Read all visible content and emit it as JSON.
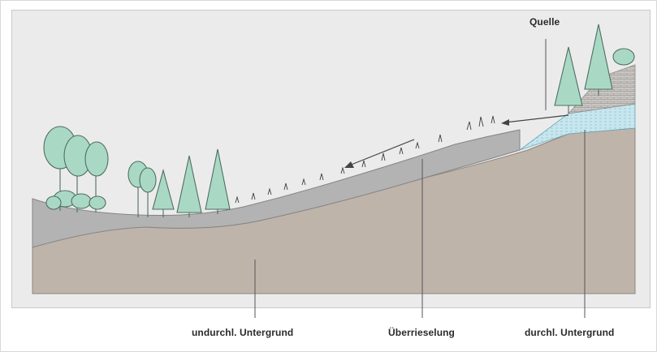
{
  "labels": {
    "quelle": "Quelle",
    "undurchl_untergrund": "undurchl. Untergrund",
    "ueberrieselung": "Überrieselung",
    "durchl_untergrund": "durchl. Untergrund"
  },
  "colors": {
    "background": "#ecebeb",
    "bedrock": "#bfb4aa",
    "soil_layer": "#b3b3b3",
    "water_layer": "#c7e6ee",
    "tree_foliage": "#a9d9c4",
    "tree_outline": "#4f6e62",
    "leader_line": "#555555"
  }
}
